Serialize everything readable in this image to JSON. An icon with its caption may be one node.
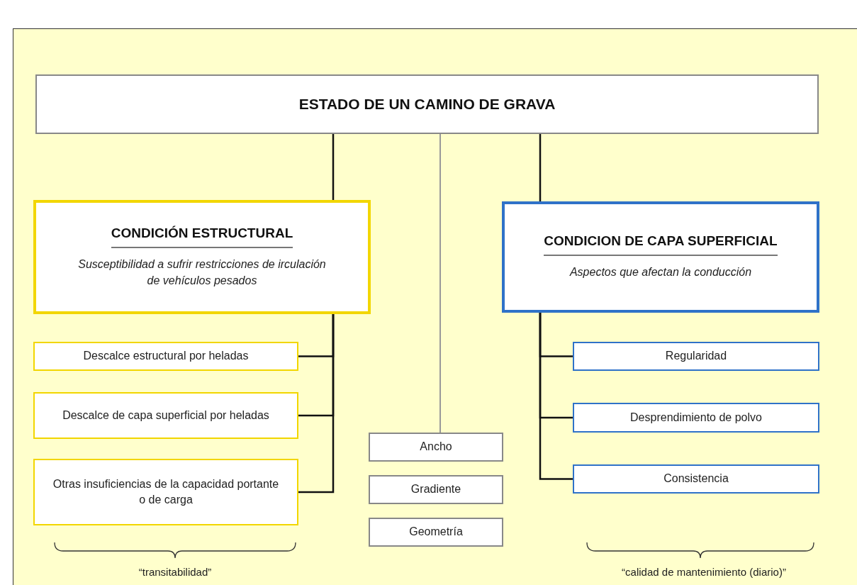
{
  "diagram": {
    "nodes": [
      {
        "text": [
          "ESTADO DE UN CAMINO DE GRAVA"
        ]
      },
      {
        "text": [
          "CONDICIÓN ESTRUCTURAL",
          "Susceptibilidad a sufrir restricciones de irculación de vehículos pesados"
        ]
      },
      {
        "text": [
          "CONDICION DE CAPA SUPERFICIAL",
          "Aspectos que afectan la conducción"
        ]
      },
      {
        "text": [
          "Descalce estructural por heladas"
        ]
      },
      {
        "text": [
          "Descalce de capa superficial por heladas"
        ]
      },
      {
        "text": [
          "Otras insuficiencias de la capacidad portante o de carga"
        ]
      },
      {
        "text": [
          "Regularidad"
        ]
      },
      {
        "text": [
          "Desprendimiento de polvo"
        ]
      },
      {
        "text": [
          "Consistencia"
        ]
      },
      {
        "text": [
          "Ancho"
        ]
      },
      {
        "text": [
          "Gradiente"
        ]
      },
      {
        "text": [
          "Geometría"
        ]
      }
    ],
    "edges": [
      {
        "from": 0,
        "to": 1,
        "arrow": "none"
      },
      {
        "from": 0,
        "to": 2,
        "arrow": "none"
      },
      {
        "from": 0,
        "to": 9,
        "arrow": "none",
        "color": "#999999"
      },
      {
        "from": 1,
        "to": 3,
        "arrow": "none"
      },
      {
        "from": 1,
        "to": 4,
        "arrow": "none"
      },
      {
        "from": 1,
        "to": 5,
        "arrow": "none"
      },
      {
        "from": 2,
        "to": 6,
        "arrow": "none"
      },
      {
        "from": 2,
        "to": 7,
        "arrow": "none"
      },
      {
        "from": 2,
        "to": 8,
        "arrow": "none"
      }
    ],
    "labels": [
      "“transitabilidad”",
      "“calidad de mantenimiento (diario)”"
    ]
  }
}
